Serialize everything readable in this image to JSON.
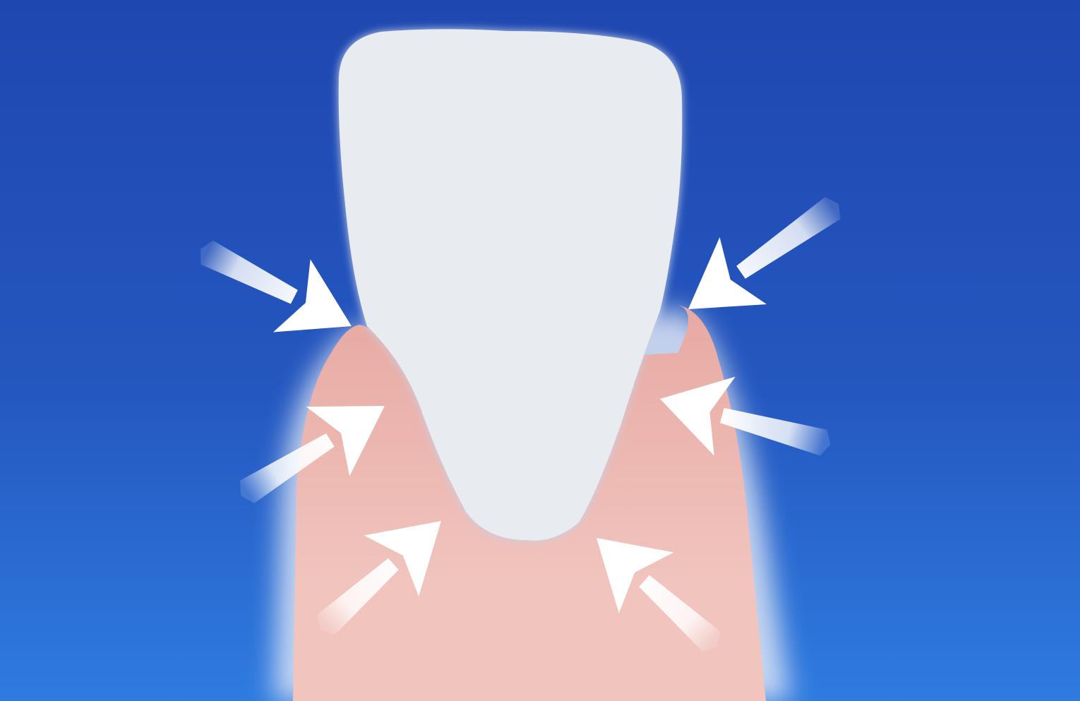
{
  "illustration": {
    "subject": "tooth-and-gum",
    "colors": {
      "background_top": "#1f47b0",
      "background_mid": "#2457bf",
      "background_bottom": "#2f7be0",
      "gum": "#e7a9a2",
      "gum_light": "#f1c4be",
      "gum_fade": "#dfe6f5",
      "tooth": "#e8ebef",
      "tooth_edge": "#c7d0e6",
      "arrow": "#ffffff"
    },
    "arrows": [
      {
        "name": "arrow-upper-left-pointing-in",
        "icon": "arrow-icon"
      },
      {
        "name": "arrow-upper-right-pointing-in",
        "icon": "arrow-icon"
      },
      {
        "name": "arrow-mid-left-pointing-in",
        "icon": "arrow-icon"
      },
      {
        "name": "arrow-mid-right-pointing-in",
        "icon": "arrow-icon"
      },
      {
        "name": "arrow-lower-left-pointing-in",
        "icon": "arrow-icon"
      },
      {
        "name": "arrow-lower-right-pointing-in",
        "icon": "arrow-icon"
      }
    ]
  }
}
